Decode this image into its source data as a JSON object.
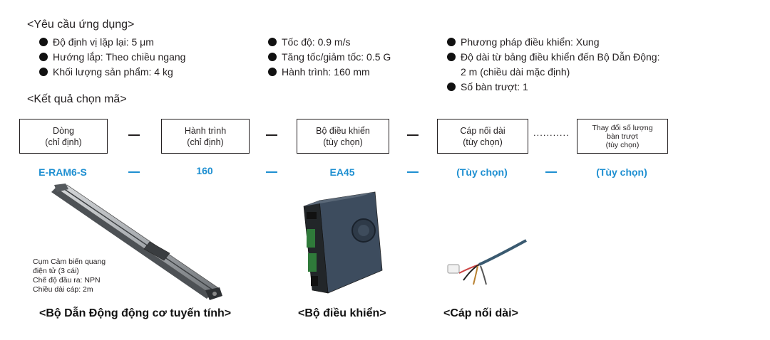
{
  "requirements_heading": "<Yêu cầu ứng dụng>",
  "requirements": {
    "col1": [
      "Độ định vị lặp lại: 5 μm",
      "Hướng lắp: Theo chiều ngang",
      "Khối lượng sản phẩm: 4 kg"
    ],
    "col2": [
      "Tốc độ: 0.9 m/s",
      "Tăng tốc/giảm tốc: 0.5 G",
      "Hành trình: 160 mm"
    ],
    "col3": {
      "item1": "Phương pháp điều khiển: Xung",
      "item2_line1": "Độ dài từ bảng điều khiển đến Bộ Dẫn Động:",
      "item2_line2": "2 m (chiều dài mặc định)",
      "item3": "Số bàn trượt: 1"
    }
  },
  "results_heading": "<Kết quả chọn mã>",
  "code_boxes": [
    {
      "line1": "Dòng",
      "line2": "(chỉ định)"
    },
    {
      "line1": "Hành trình",
      "line2": "(chỉ định)"
    },
    {
      "line1": "Bộ điều khiển",
      "line2": "(tùy chọn)"
    },
    {
      "line1": "Cáp nối dài",
      "line2": "(tùy chọn)"
    },
    {
      "line1": "Thay đổi số lượng",
      "line2": "bàn trượt",
      "line3": "(tùy chọn)"
    }
  ],
  "separator_dots": "...........",
  "results": [
    "E-RAM6-S",
    "160",
    "EA45",
    "(Tùy chọn)",
    "(Tùy chọn)"
  ],
  "sensor_note": [
    "Cụm Cảm biến quang",
    "điện tử (3 cái)",
    "Chế độ đầu ra: NPN",
    "Chiều dài cáp: 2m"
  ],
  "captions": [
    "<Bộ Dẫn Động động cơ tuyến tính>",
    "<Bộ điều khiển>",
    "<Cáp nối dài>"
  ],
  "colors": {
    "accent": "#1e8fd1",
    "text": "#231f20"
  }
}
